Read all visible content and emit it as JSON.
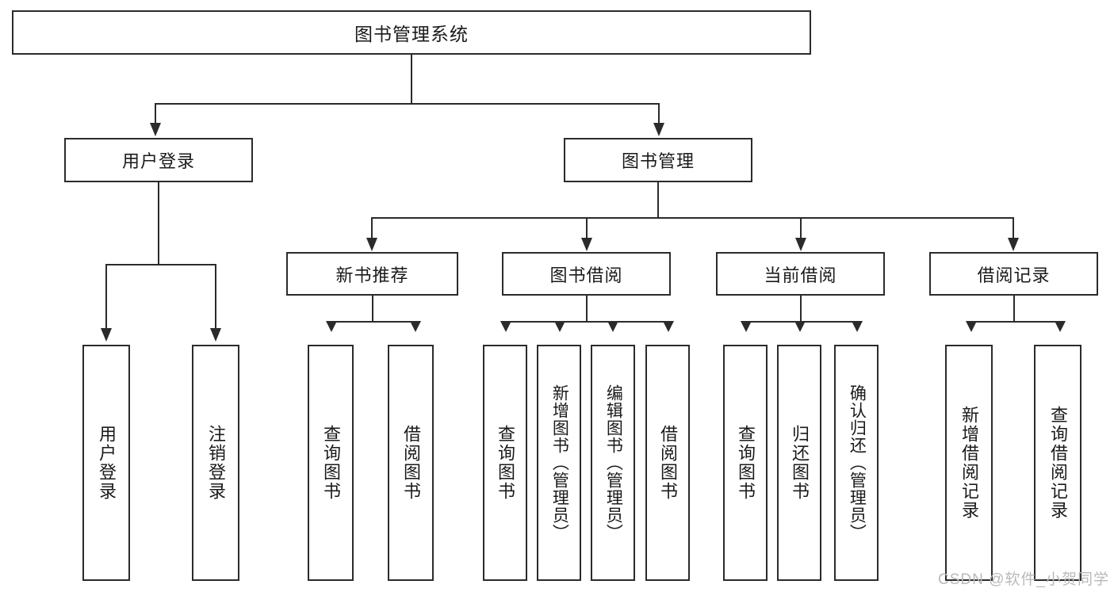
{
  "diagram": {
    "title": "图书管理系统",
    "watermark": "CSDN @软件_小贺同学",
    "levels": {
      "root": {
        "label": "图书管理系统"
      },
      "level1": [
        {
          "label": "用户登录"
        },
        {
          "label": "图书管理"
        }
      ],
      "level2": [
        {
          "label": "新书推荐"
        },
        {
          "label": "图书借阅"
        },
        {
          "label": "当前借阅"
        },
        {
          "label": "借阅记录"
        }
      ],
      "leaves": {
        "user_login": [
          {
            "label": "用户登录"
          },
          {
            "label": "注销登录"
          }
        ],
        "new_book_recommend": [
          {
            "label": "查询图书"
          },
          {
            "label": "借阅图书"
          }
        ],
        "book_borrow": [
          {
            "label": "查询图书"
          },
          {
            "label": "新增图书（管理员）"
          },
          {
            "label": "编辑图书（管理员）"
          },
          {
            "label": "借阅图书"
          }
        ],
        "current_borrow": [
          {
            "label": "查询图书"
          },
          {
            "label": "归还图书"
          },
          {
            "label": "确认归还（管理员）"
          }
        ],
        "borrow_record": [
          {
            "label": "新增借阅记录"
          },
          {
            "label": "查询借阅记录"
          }
        ]
      }
    },
    "colors": {
      "stroke": "#2b2b2b",
      "fill": "#ffffff",
      "text": "#1a1a1a",
      "watermark": "#b9b9b9"
    }
  }
}
